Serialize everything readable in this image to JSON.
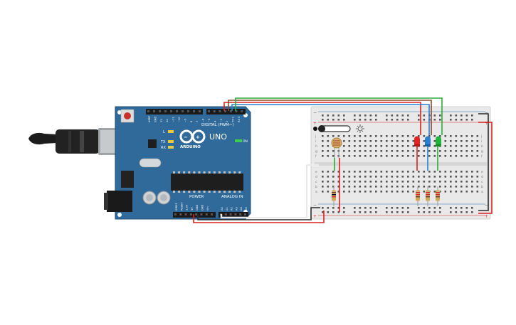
{
  "arduino": {
    "brand": "ARDUINO",
    "model": "UNO",
    "digital_header": "DIGITAL (PWM~)",
    "power_header": "POWER",
    "analog_header": "ANALOG IN",
    "on_label": "ON",
    "l_label": "L",
    "tx_label": "TX",
    "rx_label": "RX",
    "top_pins": [
      "AREF",
      "GND",
      "13",
      "12",
      "~11",
      "~10",
      "~9",
      "8",
      "7",
      "~6",
      "~5",
      "4",
      "~3",
      "2",
      "TX 1",
      "RX 0"
    ],
    "power_pins": [
      "IOREF",
      "RESET",
      "3.3V",
      "5V",
      "GND",
      "GND",
      "Vin"
    ],
    "analog_pins": [
      "A0",
      "A1",
      "A2",
      "A3",
      "A4",
      "A5"
    ]
  },
  "breadboard": {
    "plus_label": "+",
    "minus_label": "−",
    "row_letters_top": [
      "j",
      "i",
      "h",
      "g",
      "f"
    ],
    "row_letters_bottom": [
      "e",
      "d",
      "c",
      "b",
      "a"
    ]
  },
  "colors": {
    "board": "#2f6a9a",
    "board_dark": "#1f4e76",
    "wire_red": "#d9211e",
    "wire_black": "#2b2b2b",
    "wire_green": "#2eaa3a",
    "wire_blue": "#2a7fd4",
    "wire_brown": "#8a4a2a",
    "led_red": "#e02424",
    "led_blue": "#2a7fd4",
    "led_green": "#22b43a",
    "breadboard": "#e9e9e9"
  }
}
